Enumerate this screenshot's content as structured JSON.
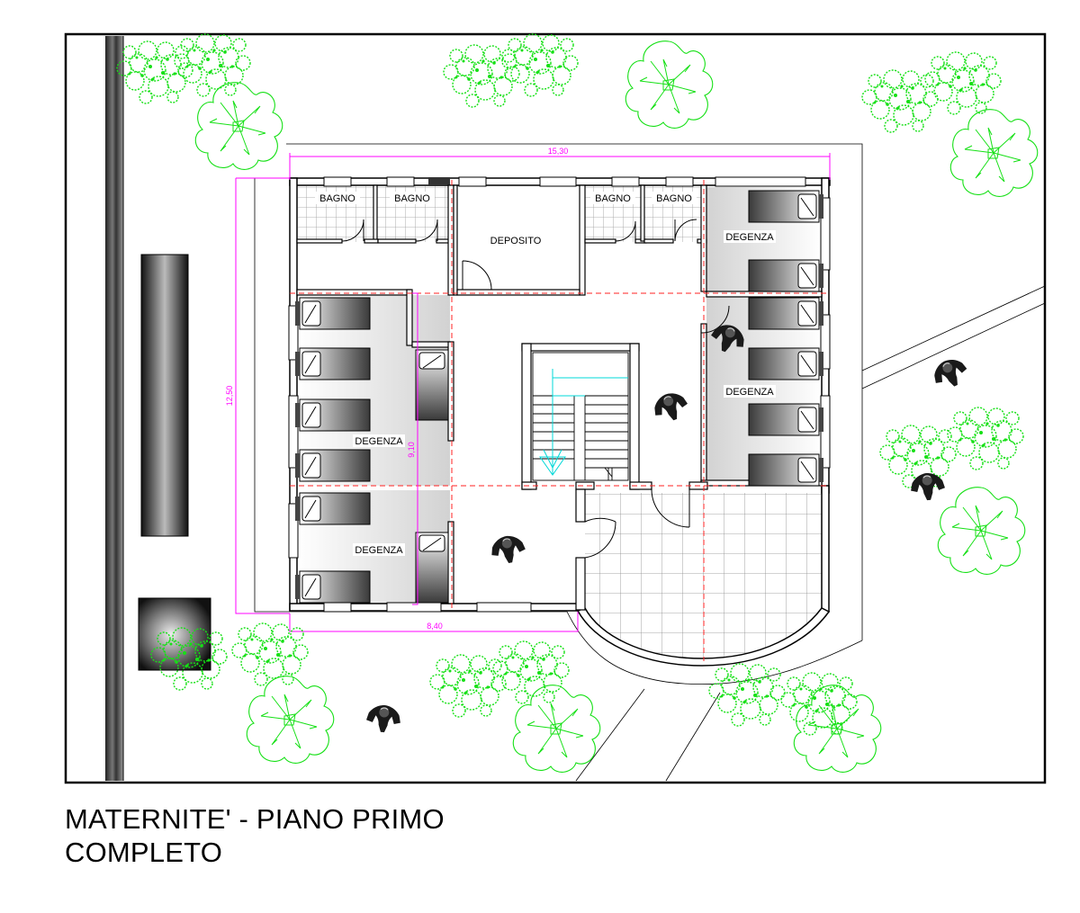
{
  "caption": {
    "line1": "MATERNITE' - PIANO PRIMO",
    "line2": "COMPLETO"
  },
  "rooms": {
    "bathroom_1": "BAGNO",
    "bathroom_2": "BAGNO",
    "bathroom_3": "BAGNO",
    "bathroom_4": "BAGNO",
    "storage": "DEPOSITO",
    "ward_top_right": "DEGENZA",
    "ward_mid_right": "DEGENZA",
    "ward_mid_left": "DEGENZA",
    "ward_bottom_left": "DEGENZA"
  },
  "dimensions": {
    "overall_width": "15,30",
    "overall_depth": "12,50",
    "wing_depth": "9,10",
    "wing_width": "8,40"
  },
  "colors": {
    "wall": "#000000",
    "dimension": "#ff00ff",
    "axis_lines": "#ff0000",
    "vegetation": "#22ee22",
    "stair_arrow": "#00d8d8"
  },
  "icons": {
    "person": "person-top-view-icon",
    "tree": "tree-icon",
    "bed": "bed-icon"
  }
}
